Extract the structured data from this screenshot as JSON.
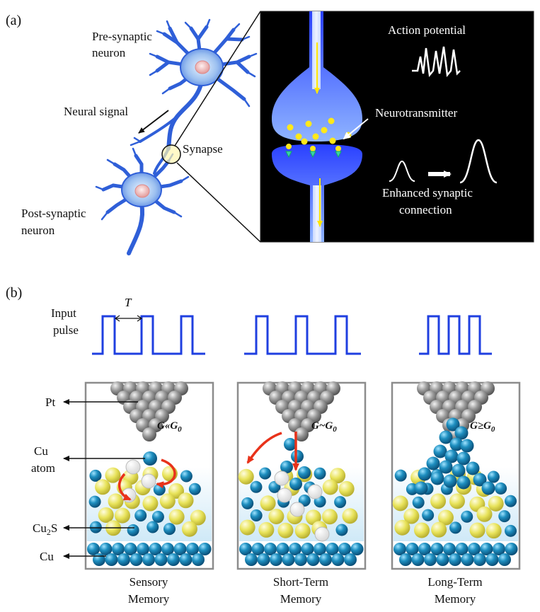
{
  "panel_a": {
    "tag": "(a)",
    "pre_synaptic_line1": "Pre-synaptic",
    "pre_synaptic_line2": "neuron",
    "neural_signal": "Neural signal",
    "synapse": "Synapse",
    "post_synaptic_line1": "Post-synaptic",
    "post_synaptic_line2": "neuron",
    "action_potential": "Action potential",
    "neurotransmitter": "Neurotransmitter",
    "enhanced_line1": "Enhanced synaptic",
    "enhanced_line2": "connection"
  },
  "panel_b": {
    "tag": "(b)",
    "input_line1": "Input",
    "input_line2": "pulse",
    "period_symbol": "T",
    "labels": {
      "pt": "Pt",
      "cu_atom_line1": "Cu",
      "cu_atom_line2": "atom",
      "cu2s_a": "Cu",
      "cu2s_sub": "2",
      "cu2s_b": "S",
      "cu": "Cu"
    },
    "states": [
      {
        "g_text": "G«G",
        "g_sub": "0",
        "caption_line1": "Sensory",
        "caption_line2": "Memory"
      },
      {
        "g_text": "G~G",
        "g_sub": "0",
        "caption_line1": "Short-Term",
        "caption_line2": "Memory"
      },
      {
        "g_text": "G≥G",
        "g_sub": "0",
        "caption_line1": "Long-Term",
        "caption_line2": "Memory"
      }
    ]
  },
  "colors": {
    "neuron": "#5b86e5",
    "synapse_bg": "#000000",
    "pulse": "#1f3fe0",
    "cu_atom": "#1e8fc0",
    "s_atom": "#e8e35a",
    "pt_atom": "#9a9a9a",
    "arrow_red": "#e8321a"
  }
}
